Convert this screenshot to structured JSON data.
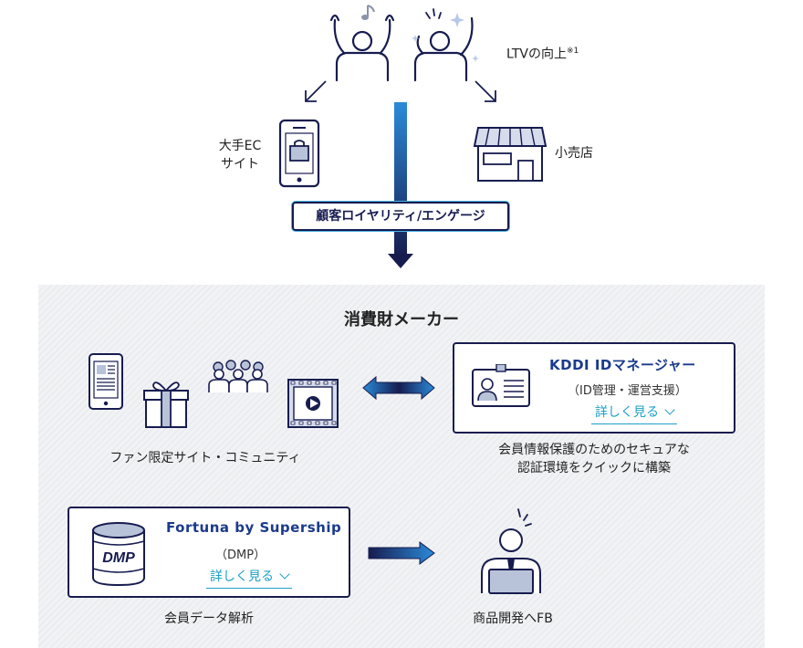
{
  "top": {
    "ltv_label": "LTVの向上",
    "ltv_note": "※1",
    "ec_label_line1": "大手EC",
    "ec_label_line2": "サイト",
    "store_label": "小売店",
    "loyalty_label": "顧客ロイヤリティ/エンゲージ"
  },
  "maker": {
    "title": "消費財メーカー",
    "fan_site_label": "ファン限定サイト・コミュニティ",
    "kddi_card": {
      "title": "KDDI IDマネージャー",
      "subtitle": "（ID管理・運営支援）",
      "link": "詳しく見る"
    },
    "kddi_desc_line1": "会員情報保護のためのセキュアな",
    "kddi_desc_line2": "認証環境をクイックに構築",
    "fortuna_card": {
      "title": "Fortuna by Supership",
      "subtitle": "（DMP）",
      "link": "詳しく見る",
      "db_text": "DMP"
    },
    "analysis_label": "会員データ解析",
    "feedback_label": "商品開発へFB"
  },
  "colors": {
    "navy": "#171c4f",
    "link": "#1ea0c8",
    "accent_blue": "#2a6fd6"
  }
}
